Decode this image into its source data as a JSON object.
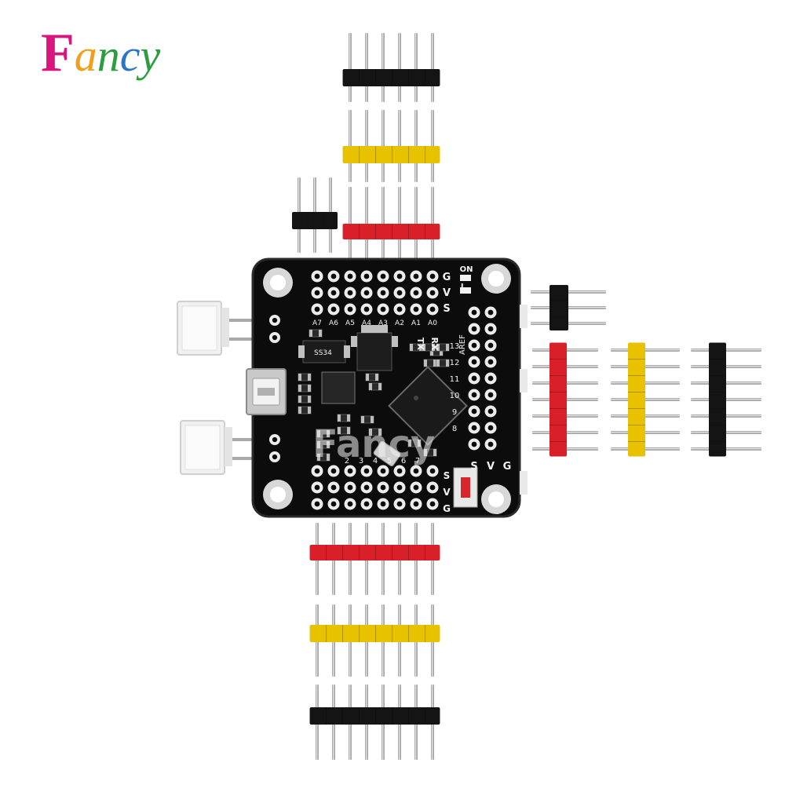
{
  "logo": {
    "first_letter": "F",
    "rest": "ancy",
    "letter_colors": {
      "F": "#d8167d",
      "a": "#f0a01e",
      "n": "#2d9b3f",
      "c": "#2a74c9",
      "y": "#2d9b3f"
    }
  },
  "board": {
    "analog_labels": [
      "A7",
      "A6",
      "A5",
      "A4",
      "A3",
      "A2",
      "A1",
      "A0"
    ],
    "top_power_labels": [
      "G",
      "V",
      "S"
    ],
    "status_labels": [
      "ON",
      "L"
    ],
    "serial_labels": [
      "TX",
      "RX"
    ],
    "aref_label": "AREF",
    "digital_labels": [
      "13",
      "12",
      "11",
      "10",
      "9",
      "8"
    ],
    "bottom_digital_labels": [
      "2",
      "3",
      "4",
      "5",
      "6",
      "7"
    ],
    "right_power_labels": [
      "S",
      "V",
      "G"
    ],
    "bottom_power_labels": [
      "S",
      "V",
      "G"
    ],
    "regulator_label": "SS34",
    "watermark": "Fancy"
  },
  "headers": {
    "colors": {
      "black": "#141414",
      "yellow": "#e8c100",
      "red": "#d9202a",
      "pin": "#a9a9a9"
    }
  }
}
